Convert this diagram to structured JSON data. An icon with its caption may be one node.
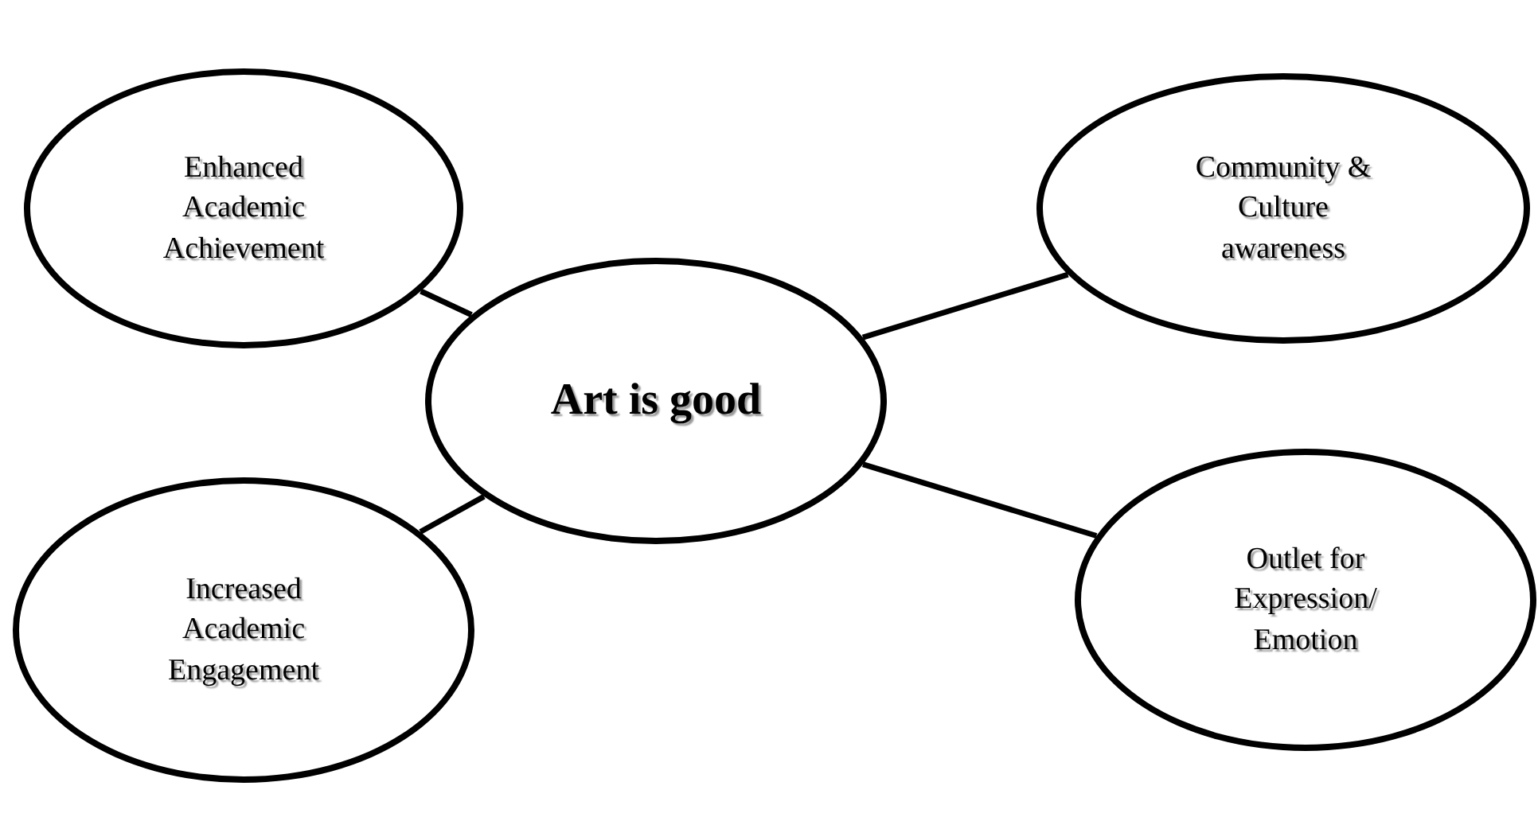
{
  "diagram": {
    "nodes": [
      {
        "text": [
          "Enhanced Academic Achievement"
        ]
      },
      {
        "text": [
          "Community & Culture awareness"
        ]
      },
      {
        "text": [
          "Art is good"
        ]
      },
      {
        "text": [
          "Outlet for Expression/ Emotion"
        ]
      },
      {
        "text": [
          "Increased Academic Engagement"
        ]
      }
    ],
    "edges": [
      {
        "from": 2,
        "to": 0,
        "arrow": "none"
      },
      {
        "from": 2,
        "to": 1,
        "arrow": "none"
      },
      {
        "from": 2,
        "to": 3,
        "arrow": "none"
      },
      {
        "from": 2,
        "to": 4,
        "arrow": "none"
      }
    ]
  }
}
